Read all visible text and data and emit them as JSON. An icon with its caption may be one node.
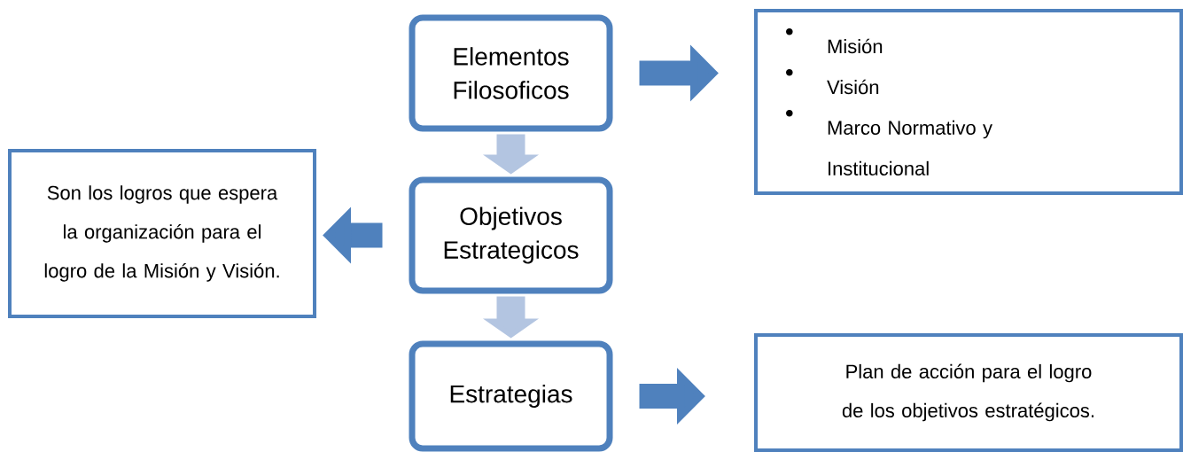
{
  "diagram": {
    "nodes": [
      {
        "text": [
          "Elementos Filosoficos"
        ]
      },
      {
        "text": [
          "Misión",
          "Visión",
          "Marco Normativo y Institucional"
        ]
      },
      {
        "text": [
          "Son los logros que espera la organización para el logro de la Misión y Visión."
        ]
      },
      {
        "text": [
          "Objetivos Estrategicos"
        ]
      },
      {
        "text": [
          "Estrategias"
        ]
      },
      {
        "text": [
          "Plan de acción para el logro de los objetivos estratégicos."
        ]
      }
    ],
    "edges": [
      {
        "from": 0,
        "to": 1,
        "arrow": "to"
      },
      {
        "from": 0,
        "to": 3,
        "arrow": "to",
        "color": "#b3c5e1"
      },
      {
        "from": 3,
        "to": 2,
        "arrow": "to"
      },
      {
        "from": 3,
        "to": 4,
        "arrow": "to",
        "color": "#b3c5e1"
      },
      {
        "from": 4,
        "to": 5,
        "arrow": "to"
      }
    ]
  }
}
